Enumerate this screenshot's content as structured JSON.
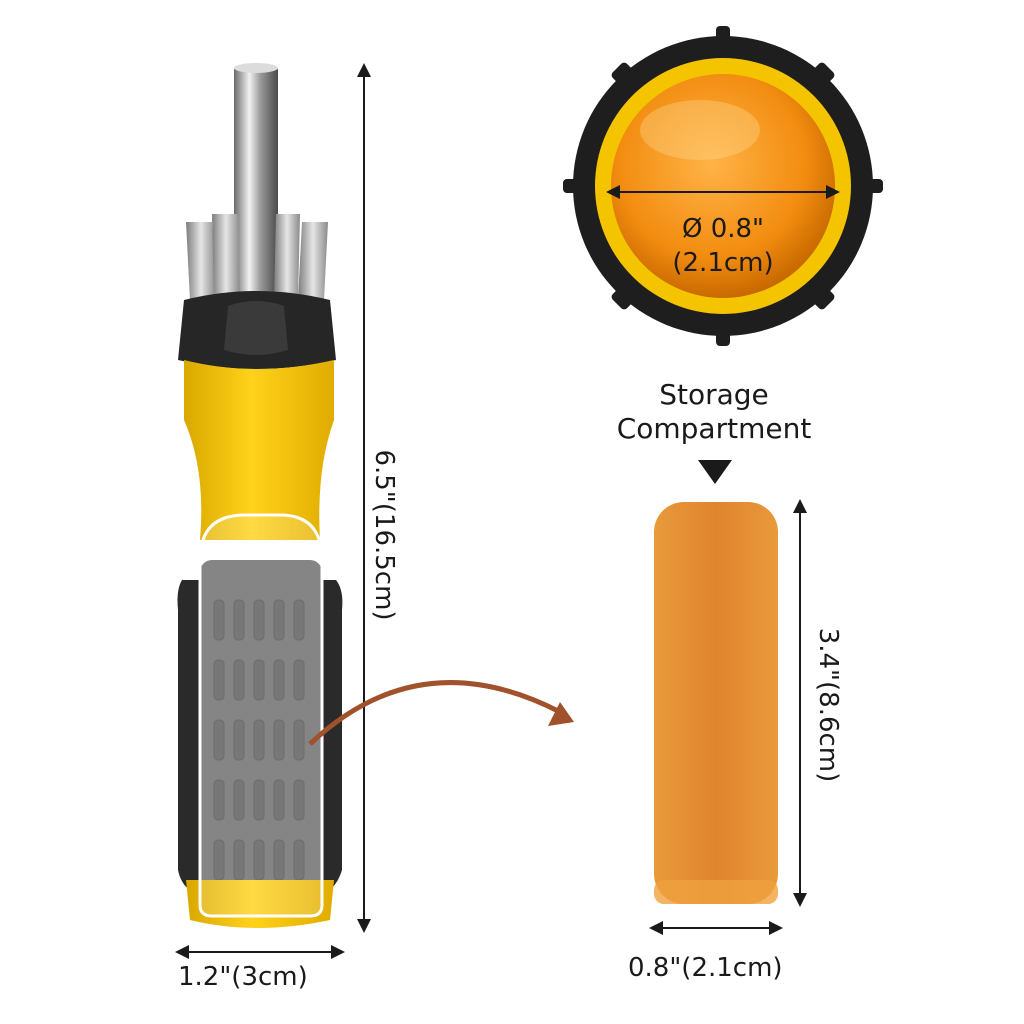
{
  "image": {
    "subject": "multi-bit screwdriver with storage compartment",
    "colors": {
      "handle_yellow": "#f5c400",
      "grip_gray": "#6e6e6e",
      "grip_black": "#2a2a2a",
      "compartment_orange": "#e0842f",
      "arrow_brown": "#a0522d"
    }
  },
  "dimensions": {
    "handle_width": "1.2\"(3cm)",
    "total_length": "6.5\"(16.5cm)",
    "cap_diameter_line1": "Ø 0.8\"",
    "cap_diameter_line2": "(2.1cm)",
    "compartment_length": "3.4\"(8.6cm)",
    "compartment_width": "0.8\"(2.1cm)"
  },
  "storage": {
    "title_line1": "Storage",
    "title_line2": "Compartment"
  }
}
